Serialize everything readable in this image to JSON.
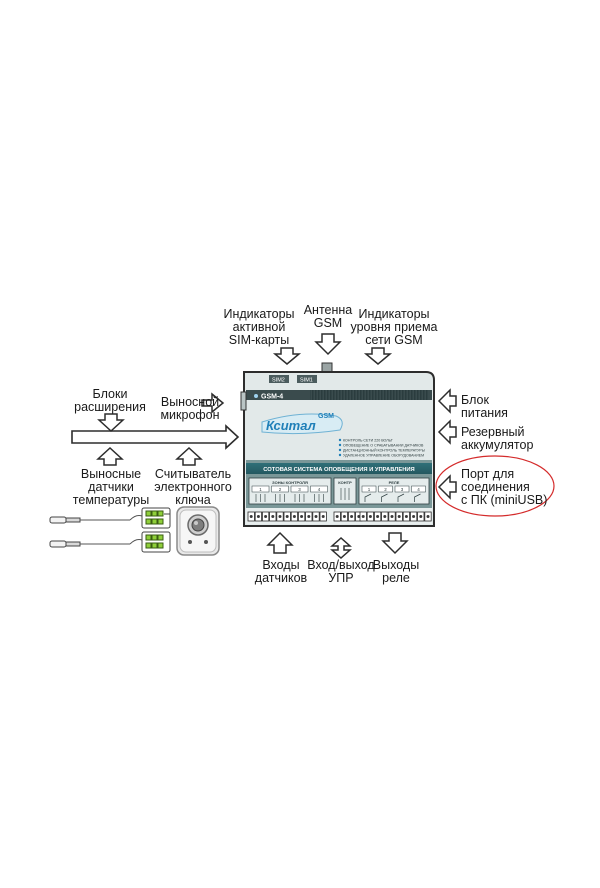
{
  "labels": {
    "antenna": [
      "Антенна",
      "GSM"
    ],
    "sim_indicators": [
      "Индикаторы",
      "активной",
      "SIM-карты"
    ],
    "level_indicators": [
      "Индикаторы",
      "уровня приема",
      "сети GSM"
    ],
    "expansion": [
      "Блоки",
      "расширения"
    ],
    "microphone": [
      "Выносной",
      "микрофон"
    ],
    "temp_sensors": [
      "Выносные",
      "датчики",
      "температуры"
    ],
    "key_reader": [
      "Считыватель",
      "электронного",
      "ключа"
    ],
    "power": [
      "Блок",
      "питания"
    ],
    "battery": [
      "Резервный",
      "аккумулятор"
    ],
    "usb_port": [
      "Порт для",
      "соединения",
      "с ПК (miniUSB)"
    ],
    "sensor_inputs": [
      "Входы",
      "датчиков"
    ],
    "io_upr": [
      "Вход/выход",
      "УПР"
    ],
    "relay_outputs": [
      "Выходы",
      "реле"
    ]
  },
  "device": {
    "model": "GSM-4",
    "brand": "Кситал",
    "brand_sup": "GSM",
    "sim1": "SIM1",
    "sim2": "SIM2",
    "banner": "СОТОВАЯ СИСТЕМА ОПОВЕЩЕНИЯ И УПРАВЛЕНИЯ",
    "features": [
      "КОНТРОЛЬ СЕТИ 220 ВОЛЬТ",
      "ОПОВЕЩЕНИЕ О СРАБАТЫВАНИИ ДАТЧИКОВ",
      "ДИСТАНЦИОННЫЙ КОНТРОЛЬ ТЕМПЕРАТУРЫ",
      "УДАЛЕННОЕ УПРАВЛЕНИЕ ОБОРУДОВАНИЕМ"
    ],
    "zones_title": "ЗОНЫ КОНТРОЛЯ",
    "zones": [
      "1",
      "2",
      "3",
      "4"
    ],
    "control_title": "КОНТР",
    "relay_title": "РЕЛЕ",
    "relays": [
      "1",
      "2",
      "3",
      "4"
    ]
  },
  "colors": {
    "device_body": "#dfe6e6",
    "device_dark": "#3d5254",
    "panel_teal": "#6e8d8e",
    "accent_blue": "#2a8fc1",
    "ellipse_red": "#d42b2b",
    "connector_green": "#8fcf3a"
  }
}
